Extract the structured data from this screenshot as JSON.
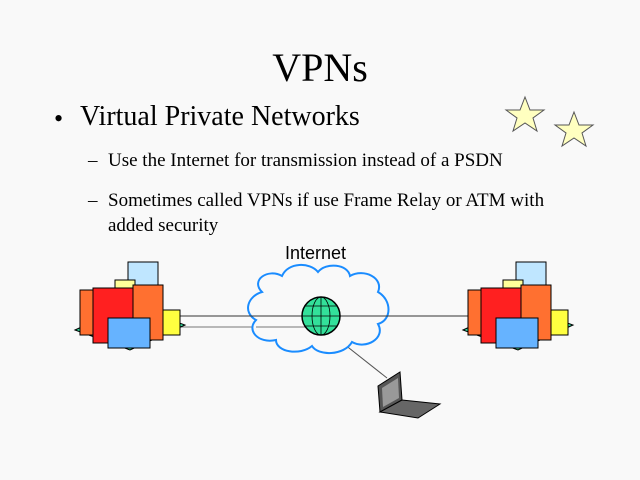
{
  "slide": {
    "title": "VPNs",
    "bullet": "Virtual Private Networks",
    "subbullets": [
      "Use the Internet for transmission instead of a PSDN",
      "Sometimes called VPNs if use Frame Relay or ATM with added security"
    ],
    "dash": "–",
    "dot": "•",
    "diagram_label": "Internet"
  },
  "colors": {
    "cloud": "#1a8cff",
    "globe": "#33e09a",
    "background": "#f9f9f9",
    "star": "#ffffc0"
  }
}
